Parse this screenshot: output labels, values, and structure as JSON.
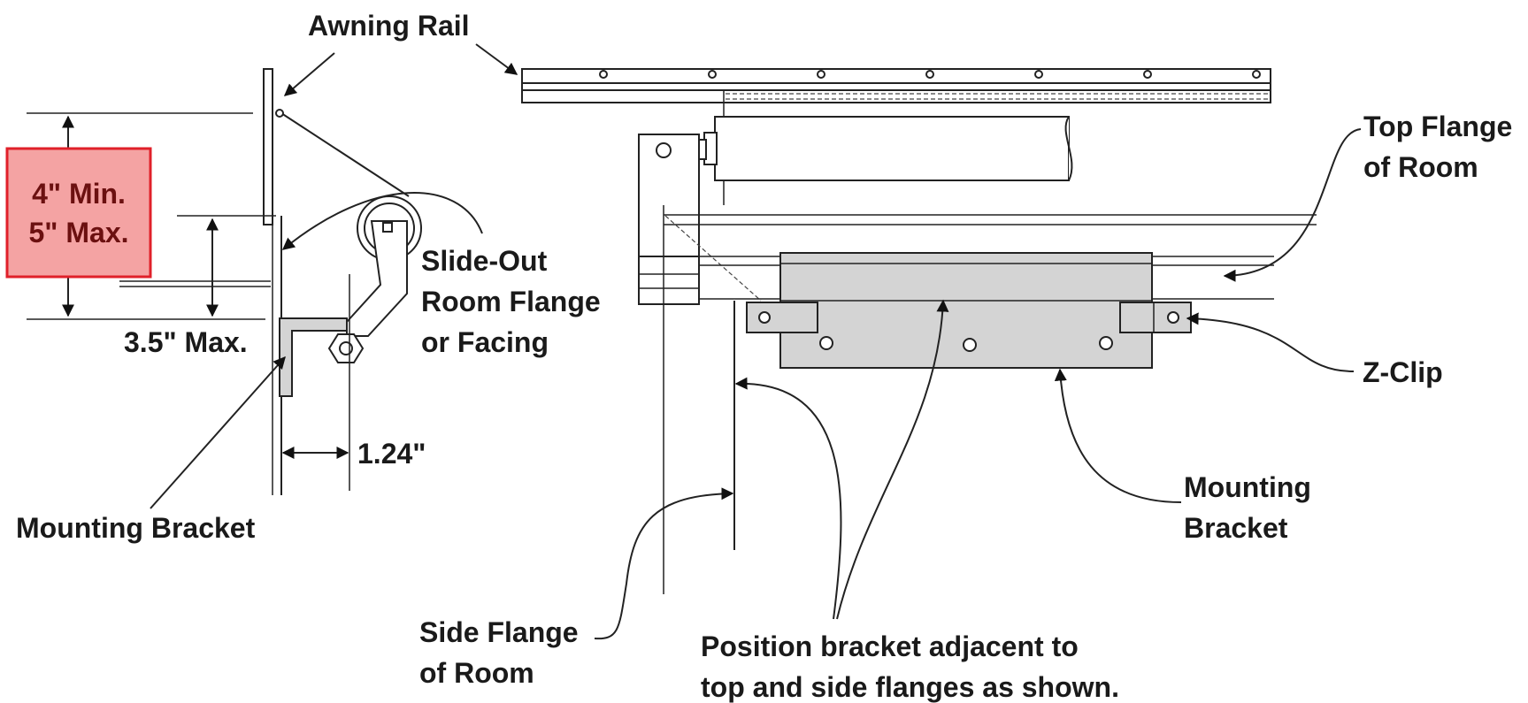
{
  "labels": {
    "awning_rail": "Awning Rail",
    "min_line": "4\" Min.",
    "max_line": "5\" Max.",
    "max_35": "3.5\" Max.",
    "slide_out_1": "Slide-Out",
    "slide_out_2": "Room Flange",
    "slide_out_3": "or Facing",
    "dim_124": "1.24\"",
    "mounting_bracket_left": "Mounting Bracket",
    "top_flange_1": "Top Flange",
    "top_flange_2": "of Room",
    "z_clip": "Z-Clip",
    "mounting_bracket_right_1": "Mounting",
    "mounting_bracket_right_2": "Bracket",
    "side_flange_1": "Side Flange",
    "side_flange_2": "of Room",
    "position_1": "Position bracket adjacent to",
    "position_2": "top and side flanges as shown."
  },
  "colors": {
    "highlight_fill": "#f4a3a3",
    "highlight_border": "#e0202a",
    "highlight_text": "#6b1010",
    "part_gray": "#d4d4d4"
  },
  "icons": {
    "arrowhead": "arrowhead-icon"
  }
}
